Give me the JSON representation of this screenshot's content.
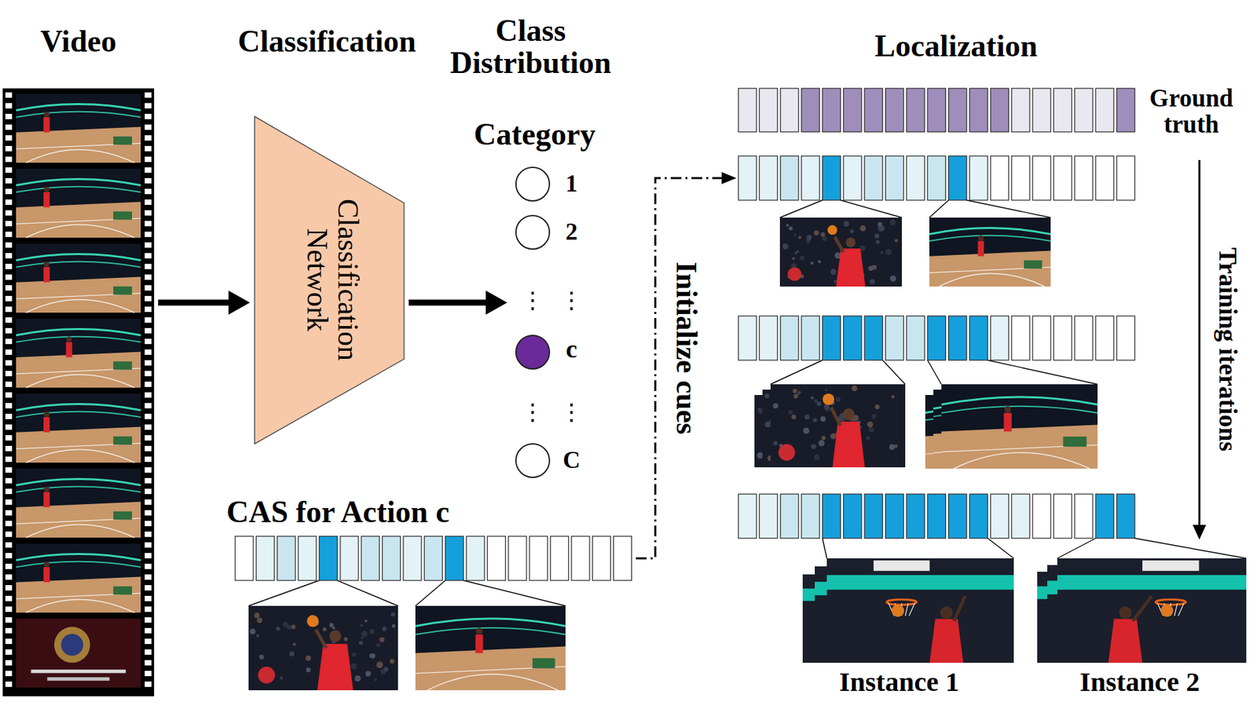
{
  "diagram": {
    "nodes": [
      {
        "text": [
          "Video"
        ]
      },
      {
        "text": [
          "Classification",
          "Classification Network"
        ]
      },
      {
        "text": [
          "Class Distribution",
          "Category"
        ]
      },
      {
        "text": [
          "CAS for Action c"
        ]
      },
      {
        "text": [
          "Localization"
        ]
      }
    ],
    "edges": [
      {
        "from": 0,
        "to": 1,
        "arrow": "to"
      },
      {
        "from": 1,
        "to": 2,
        "arrow": "to"
      },
      {
        "from": 3,
        "to": 4,
        "label": "Initialize cues",
        "arrow": "to"
      }
    ],
    "labels": [
      "1",
      "2",
      "⋮",
      "⋮",
      "c",
      "⋮",
      "⋮",
      "C",
      "Ground truth",
      "Training iterations",
      "Instance 1",
      "Instance 2"
    ]
  }
}
